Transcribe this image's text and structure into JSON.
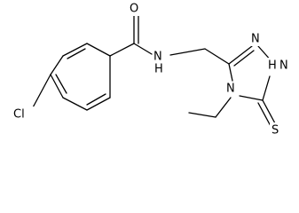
{
  "molecule": {
    "atoms": {
      "oxygen": "O",
      "amide_nitrogen": "N",
      "amide_hydrogen": "H",
      "chlorine": "Cl",
      "triazole_n1": "N",
      "triazole_n2": "N",
      "triazole_n2_hydrogen": "H",
      "triazole_n4": "N",
      "sulfur": "S"
    }
  },
  "colors": {
    "bond": "#000000",
    "label": "#000000",
    "background": "#ffffff"
  }
}
